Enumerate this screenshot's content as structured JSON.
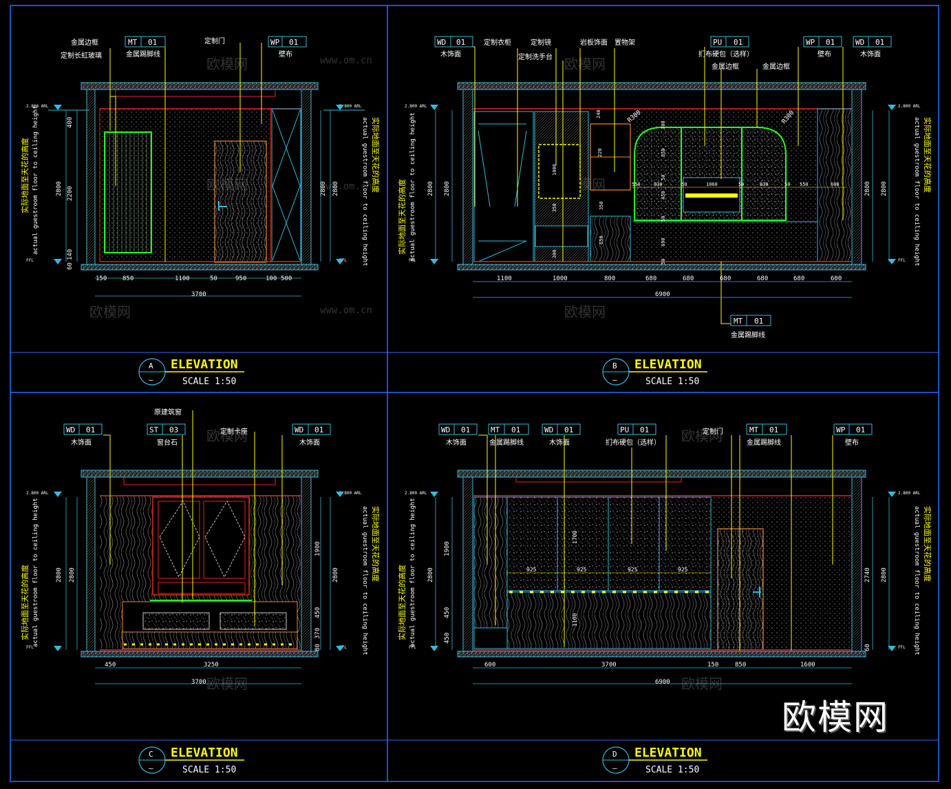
{
  "sheet": {
    "watermark_cn": "欧模网",
    "watermark_url": "www.om.cn",
    "logo": "欧模网"
  },
  "common": {
    "level_tag": "2.800 ARL",
    "floor_tag": "FFL",
    "height_note_cn": "实际地面至天花的高度",
    "height_note_en": "actual guestroom floor to ceiling height"
  },
  "panels": [
    {
      "letter": "A",
      "sub": "—",
      "title": "ELEVATION",
      "scale": "SCALE 1:50",
      "tags": [
        {
          "code": "MT",
          "num": "01",
          "label": "金属踢脚线"
        },
        {
          "code": "WP",
          "num": "01",
          "label": "壁布"
        }
      ],
      "notes": [
        "金属边框",
        "定制长虹玻璃",
        "定制门"
      ],
      "vdims_left": [
        "400",
        "2200",
        "2800",
        "140",
        "60"
      ],
      "vdims_right": [
        "2800",
        "2800"
      ],
      "hdims": [
        "150",
        "850",
        "1100",
        "50",
        "950",
        "100",
        "500"
      ],
      "total": "3700"
    },
    {
      "letter": "B",
      "sub": "—",
      "title": "ELEVATION",
      "scale": "SCALE 1:50",
      "tags": [
        {
          "code": "WD",
          "num": "01",
          "label": "木饰面"
        },
        {
          "code": "PU",
          "num": "01",
          "label": "扪布硬包（选样）"
        },
        {
          "code": "WP",
          "num": "01",
          "label": "壁布"
        },
        {
          "code": "WD",
          "num": "01",
          "label": "木饰面"
        },
        {
          "code": "MT",
          "num": "01",
          "label": "金属踢脚线"
        }
      ],
      "notes": [
        "定制衣柜",
        "定制镜",
        "定制洗手台",
        "岩板饰面",
        "置物架",
        "金属边框",
        "金属边框",
        "R300",
        "R300"
      ],
      "vdims_inner": [
        "240",
        "220",
        "350",
        "1000",
        "350",
        "300",
        "650",
        "300",
        "850",
        "50",
        "450",
        "50",
        "690",
        "50"
      ],
      "hdims_inner": [
        "550",
        "830",
        "50",
        "1060",
        "50",
        "830",
        "50",
        "550",
        "600"
      ],
      "vdims_left": [
        "2800",
        "2800"
      ],
      "vdims_right": [
        "2800",
        "2800"
      ],
      "hdims": [
        "1100",
        "1000",
        "800",
        "680",
        "680",
        "680",
        "680",
        "680",
        "600"
      ],
      "total": "6900"
    },
    {
      "letter": "C",
      "sub": "—",
      "title": "ELEVATION",
      "scale": "SCALE 1:50",
      "tags": [
        {
          "code": "WD",
          "num": "01",
          "label": "木饰面"
        },
        {
          "code": "ST",
          "num": "03",
          "label": "窗台石"
        },
        {
          "code": "WD",
          "num": "01",
          "label": "木饰面"
        }
      ],
      "notes": [
        "原建筑窗",
        "定制卡座"
      ],
      "vdims_left": [
        "2800",
        "2800"
      ],
      "vdims_right": [
        "1900",
        "450",
        "370",
        "80",
        "2800"
      ],
      "hdims": [
        "450",
        "3250"
      ],
      "total": "3700"
    },
    {
      "letter": "D",
      "sub": "—",
      "title": "ELEVATION",
      "scale": "SCALE 1:50",
      "tags": [
        {
          "code": "WD",
          "num": "01",
          "label": "木饰面"
        },
        {
          "code": "MT",
          "num": "01",
          "label": "金属踢脚线"
        },
        {
          "code": "WD",
          "num": "01",
          "label": "木饰面"
        },
        {
          "code": "PU",
          "num": "01",
          "label": "扪布硬包（选样）"
        },
        {
          "code": "MT",
          "num": "01",
          "label": "金属踢脚线"
        },
        {
          "code": "WP",
          "num": "01",
          "label": "壁布"
        }
      ],
      "notes": [
        "定制门"
      ],
      "vdims_inner": [
        "1700",
        "1100"
      ],
      "hdims_inner": [
        "925",
        "925",
        "925",
        "925"
      ],
      "vdims_left": [
        "1900",
        "450",
        "450",
        "2800"
      ],
      "vdims_right": [
        "2740",
        "60",
        "2800"
      ],
      "hdims": [
        "600",
        "3700",
        "150",
        "850",
        "1600"
      ],
      "total": "6900"
    }
  ]
}
